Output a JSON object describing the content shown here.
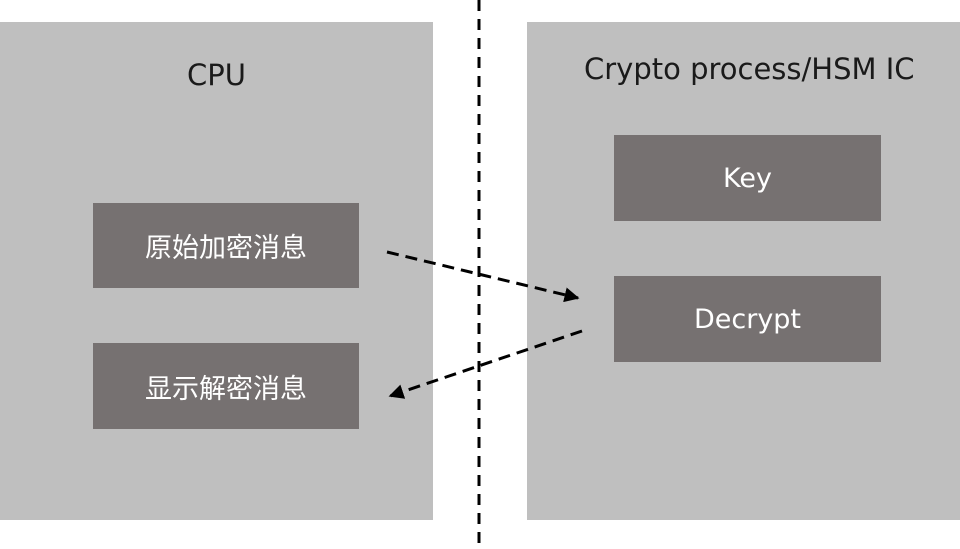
{
  "cpu": {
    "title": "CPU",
    "boxes": [
      "原始加密消息",
      "显示解密消息"
    ]
  },
  "hsm": {
    "title": "Crypto process/HSM IC",
    "boxes": [
      "Key",
      "Decrypt"
    ]
  },
  "colors": {
    "panel": "#bfbfbf",
    "box": "#767171",
    "box_text": "#ffffff",
    "arrow": "#000000"
  }
}
